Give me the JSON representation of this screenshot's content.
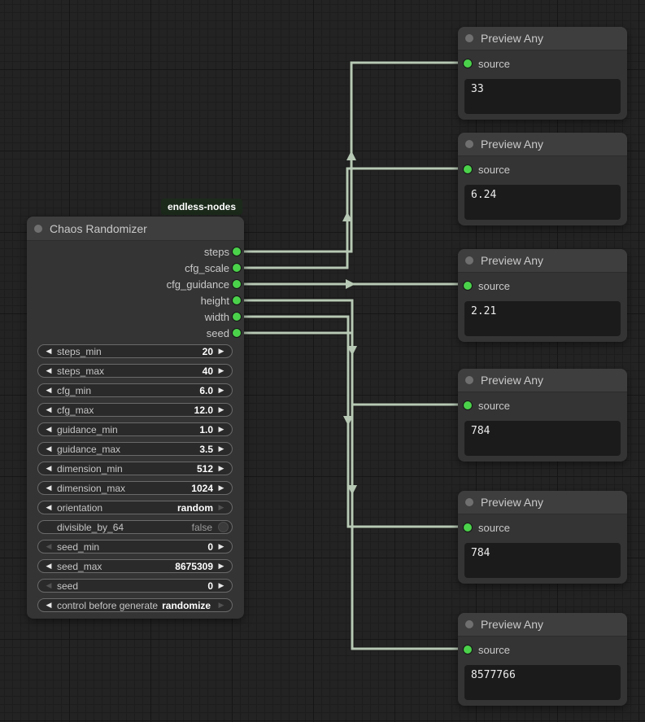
{
  "badge": {
    "text": "endless-nodes"
  },
  "colors": {
    "link": "#b7c9b4",
    "port_green": "#4bd24b",
    "badge_bg": "#1b2a1b",
    "node_body": "#343434",
    "node_header": "#3e3e3e"
  },
  "main_node": {
    "title": "Chaos Randomizer",
    "outputs": [
      "steps",
      "cfg_scale",
      "cfg_guidance",
      "height",
      "width",
      "seed"
    ],
    "widgets": [
      {
        "label": "steps_min",
        "value": "20",
        "left": "on",
        "right": "on"
      },
      {
        "label": "steps_max",
        "value": "40",
        "left": "on",
        "right": "on"
      },
      {
        "label": "cfg_min",
        "value": "6.0",
        "left": "on",
        "right": "on"
      },
      {
        "label": "cfg_max",
        "value": "12.0",
        "left": "on",
        "right": "on"
      },
      {
        "label": "guidance_min",
        "value": "1.0",
        "left": "on",
        "right": "on"
      },
      {
        "label": "guidance_max",
        "value": "3.5",
        "left": "on",
        "right": "on"
      },
      {
        "label": "dimension_min",
        "value": "512",
        "left": "on",
        "right": "on"
      },
      {
        "label": "dimension_max",
        "value": "1024",
        "left": "on",
        "right": "on"
      },
      {
        "label": "orientation",
        "value": "random",
        "left": "on",
        "right": "off"
      },
      {
        "label": "divisible_by_64",
        "value": "false",
        "left": "hidden",
        "right": "hidden"
      },
      {
        "label": "seed_min",
        "value": "0",
        "left": "off",
        "right": "on"
      },
      {
        "label": "seed_max",
        "value": "8675309",
        "left": "on",
        "right": "on"
      },
      {
        "label": "seed",
        "value": "0",
        "left": "off",
        "right": "on"
      },
      {
        "label": "control before generate",
        "value": "randomize",
        "left": "on",
        "right": "off"
      }
    ]
  },
  "preview_nodes": [
    {
      "title": "Preview Any",
      "input_label": "source",
      "value": "33"
    },
    {
      "title": "Preview Any",
      "input_label": "source",
      "value": "6.24"
    },
    {
      "title": "Preview Any",
      "input_label": "source",
      "value": "2.21"
    },
    {
      "title": "Preview Any",
      "input_label": "source",
      "value": "784"
    },
    {
      "title": "Preview Any",
      "input_label": "source",
      "value": "784"
    },
    {
      "title": "Preview Any",
      "input_label": "source",
      "value": "8577766"
    }
  ]
}
